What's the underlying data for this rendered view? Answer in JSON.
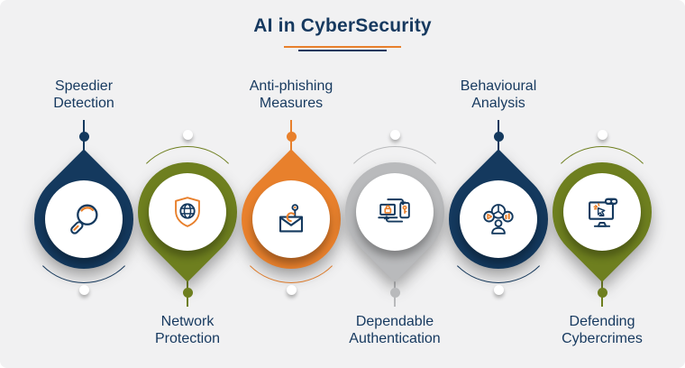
{
  "title": "AI in CyberSecurity",
  "colors": {
    "navy": "#14395e",
    "olive": "#6e7f1f",
    "orange": "#e8802c",
    "gray": "#b9babc",
    "background": "#f1f1f2",
    "text": "#16395f",
    "white": "#ffffff"
  },
  "items": [
    {
      "label": "Speedier\nDetection",
      "color_name": "navy",
      "icon": "magnifier-icon",
      "label_position": "top"
    },
    {
      "label": "Network\nProtection",
      "color_name": "olive",
      "icon": "shield-globe-icon",
      "label_position": "bottom"
    },
    {
      "label": "Anti-phishing\nMeasures",
      "color_name": "orange",
      "icon": "phishing-email-icon",
      "label_position": "top"
    },
    {
      "label": "Dependable\nAuthentication",
      "color_name": "gray",
      "icon": "device-authentication-icon",
      "label_position": "bottom"
    },
    {
      "label": "Behavioural\nAnalysis",
      "color_name": "navy",
      "icon": "behaviour-analysis-icon",
      "label_position": "top"
    },
    {
      "label": "Defending\nCybercrimes",
      "color_name": "olive",
      "icon": "cybercrime-monitor-icon",
      "label_position": "bottom"
    }
  ]
}
